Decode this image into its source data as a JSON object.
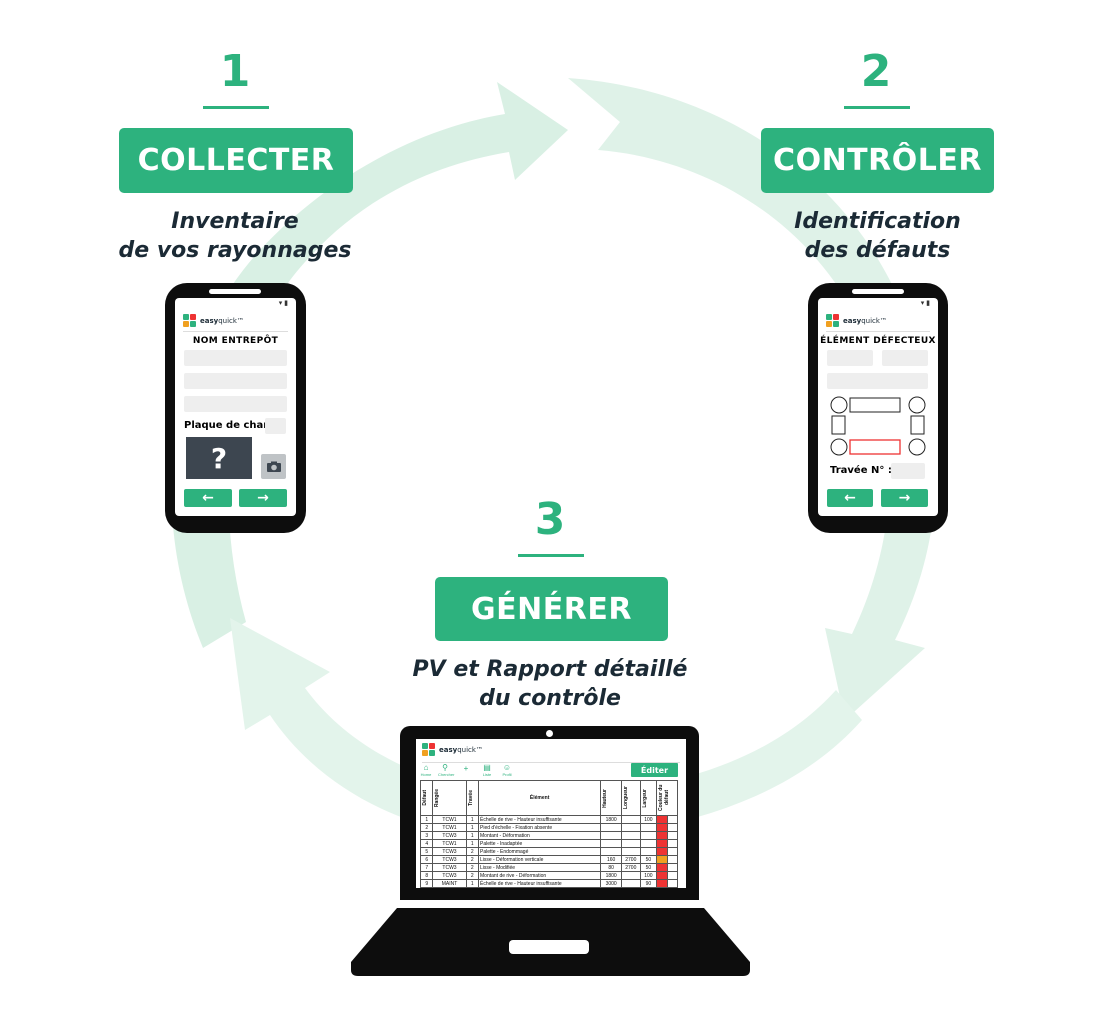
{
  "steps": [
    {
      "number": "1",
      "title": "COLLECTER",
      "subtitle_line1": "Inventaire",
      "subtitle_line2": "de vos rayonnages"
    },
    {
      "number": "2",
      "title": "CONTRÔLER",
      "subtitle_line1": "Identification",
      "subtitle_line2": "des défauts"
    },
    {
      "number": "3",
      "title": "GÉNÉRER",
      "subtitle_line1": "PV et Rapport détaillé",
      "subtitle_line2": "du contrôle"
    }
  ],
  "brand": {
    "name_bold": "easy",
    "name_light": "quick™",
    "accent": "#2db27e"
  },
  "phone1": {
    "header": "NOM ENTREPÔT",
    "plate_label": "Plaque de charge",
    "placeholder_glyph": "?",
    "back_arrow": "←",
    "next_arrow": "→"
  },
  "phone2": {
    "header": "ÉLÉMENT DÉFECTEUX",
    "bay_label": "Travée N° :",
    "back_arrow": "←",
    "next_arrow": "→"
  },
  "laptop": {
    "edit_label": "Éditer",
    "toolbar": [
      "Home",
      "Chercher",
      "+",
      "Liste",
      "Profil"
    ],
    "columns": [
      "Défaut",
      "Rangée",
      "Travée",
      "Élément",
      "Hauteur",
      "Longueur",
      "Largeur",
      "Couleur du défaut"
    ],
    "rows": [
      [
        "1",
        "TCW1",
        "1",
        "Échelle de rive - Hauteur insuffisante",
        "1800",
        "",
        "100",
        "red"
      ],
      [
        "2",
        "TCW1",
        "1",
        "Pied d'échelle - Fixation absente",
        "",
        "",
        "",
        "red"
      ],
      [
        "3",
        "TCW3",
        "1",
        "Montant - Déformation",
        "",
        "",
        "",
        "red"
      ],
      [
        "4",
        "TCW1",
        "1",
        "Palette - Inadaptée",
        "",
        "",
        "",
        "red"
      ],
      [
        "5",
        "TCW3",
        "2",
        "Palette - Endommagé",
        "",
        "",
        "",
        "red"
      ],
      [
        "6",
        "TCW3",
        "2",
        "Lisse - Déformation verticale",
        "160",
        "2700",
        "50",
        "orange"
      ],
      [
        "7",
        "TCW3",
        "2",
        "Lisse - Modifiée",
        "80",
        "2700",
        "50",
        "red"
      ],
      [
        "8",
        "TCW3",
        "2",
        "Montant de rive - Déformation",
        "1800",
        "",
        "100",
        "red"
      ],
      [
        "9",
        "MAINT",
        "1",
        "Échelle de rive - Hauteur insuffisante",
        "3000",
        "",
        "90",
        "red"
      ]
    ]
  }
}
